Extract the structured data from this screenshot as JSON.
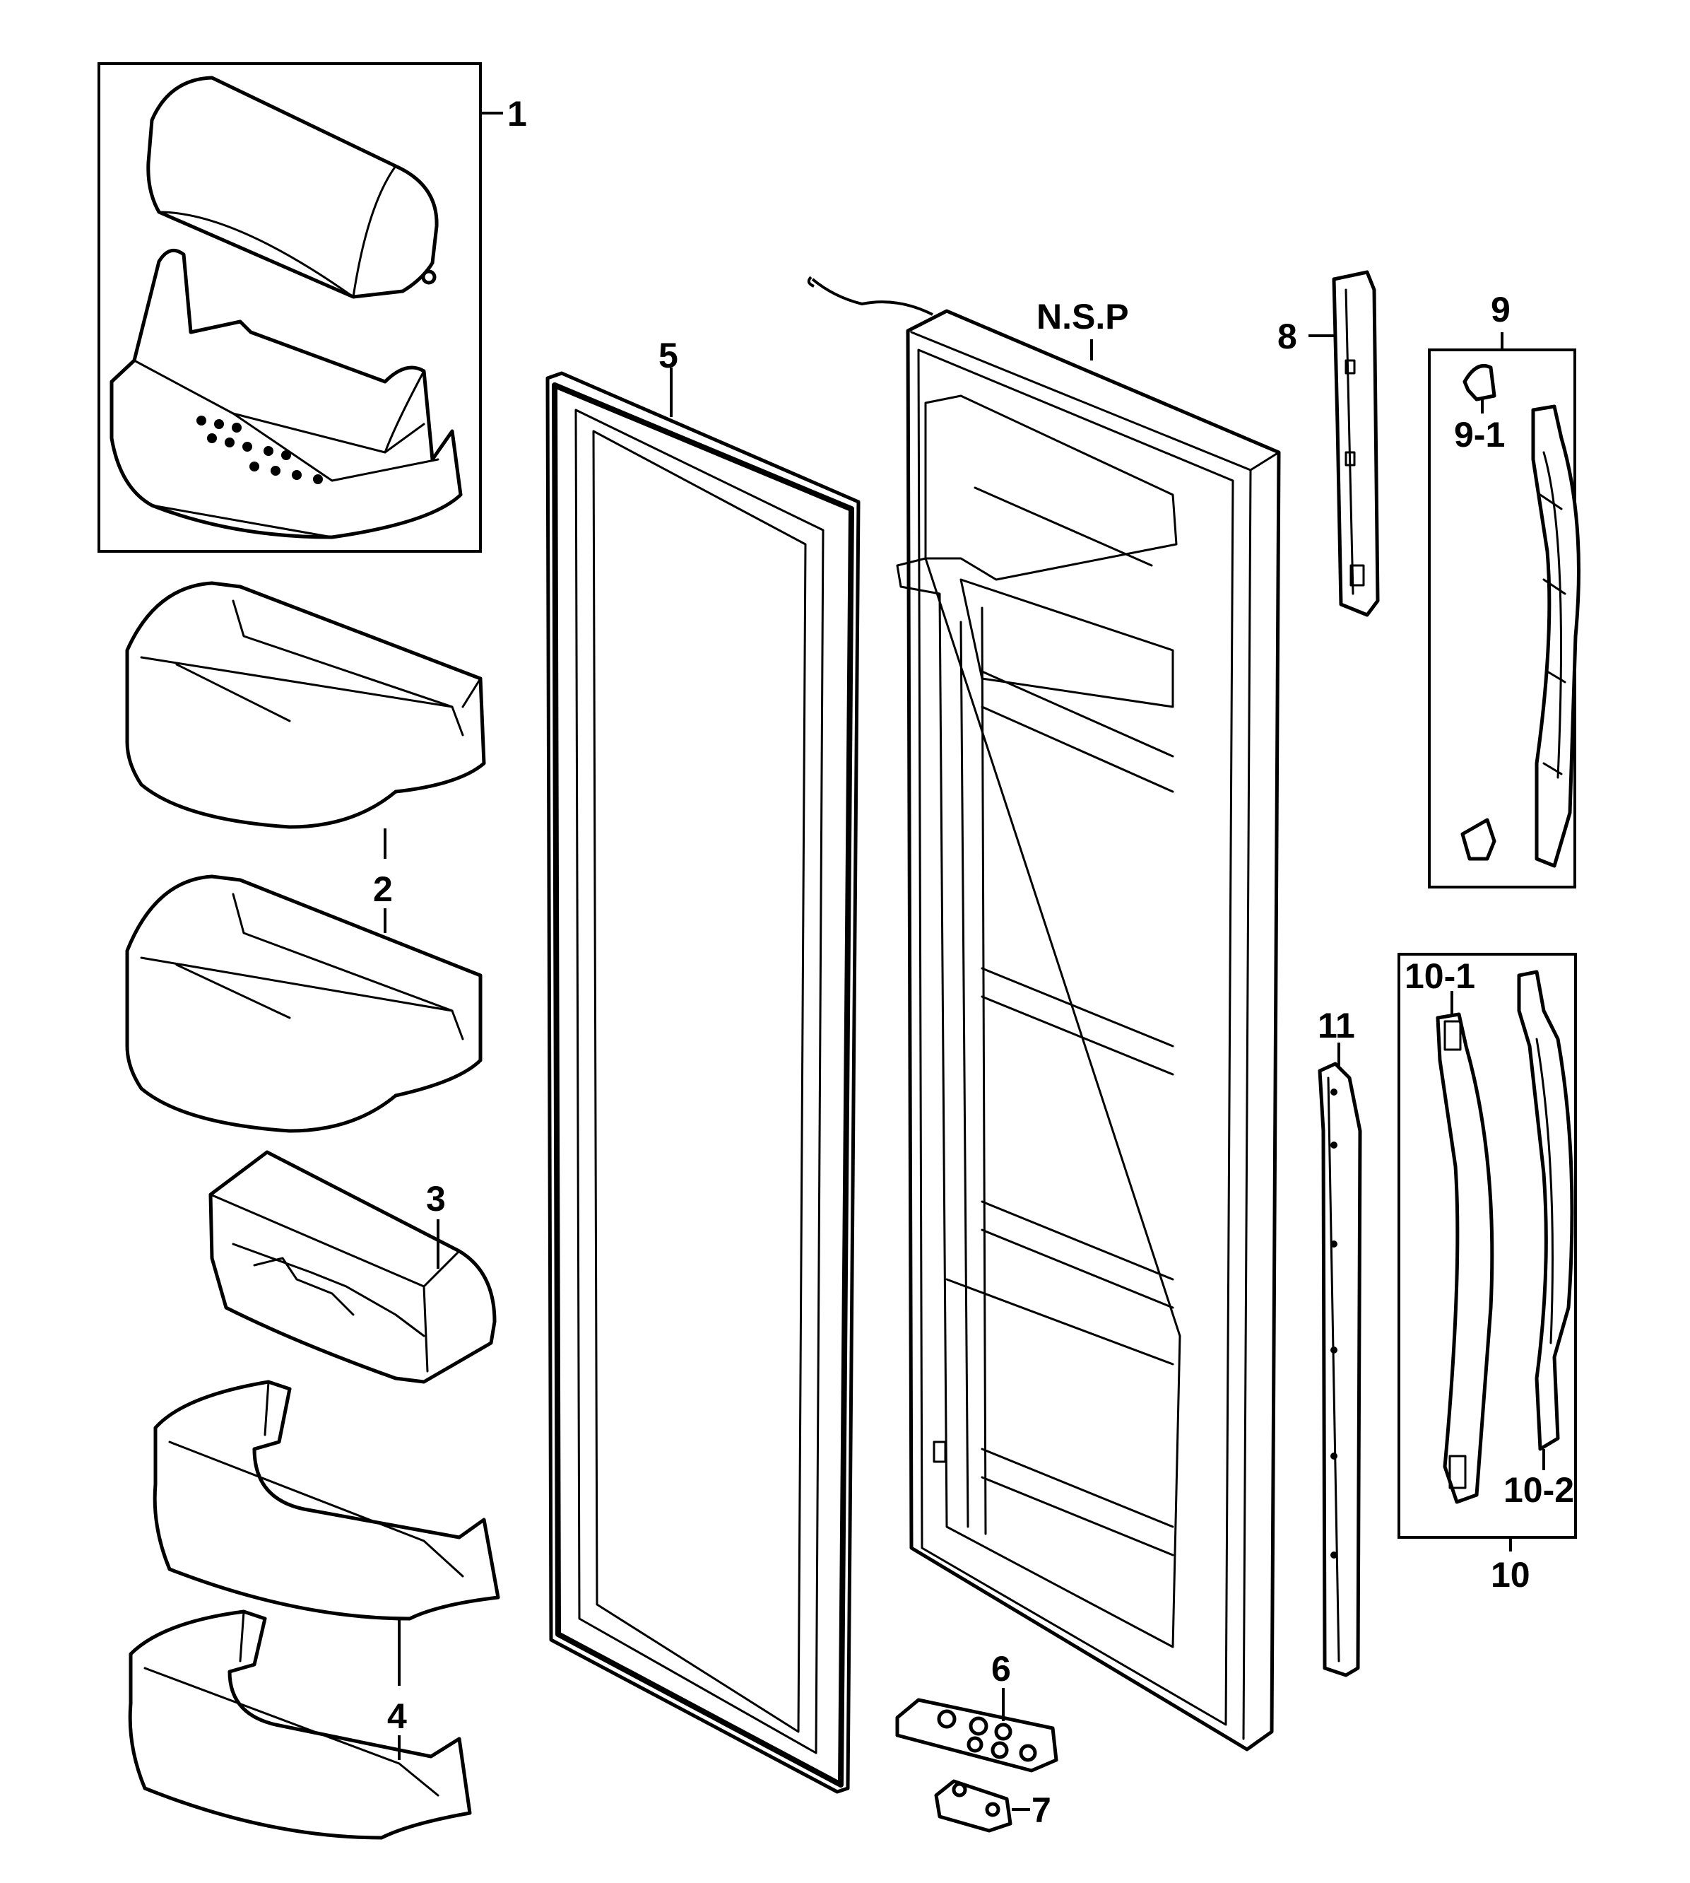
{
  "callouts": {
    "c1": "1",
    "c2": "2",
    "c3": "3",
    "c4": "4",
    "c5": "5",
    "c6": "6",
    "c7": "7",
    "c8": "8",
    "c9": "9",
    "c9_1": "9-1",
    "c10": "10",
    "c10_1": "10-1",
    "c10_2": "10-2",
    "c11": "11",
    "nsp": "N.S.P"
  }
}
